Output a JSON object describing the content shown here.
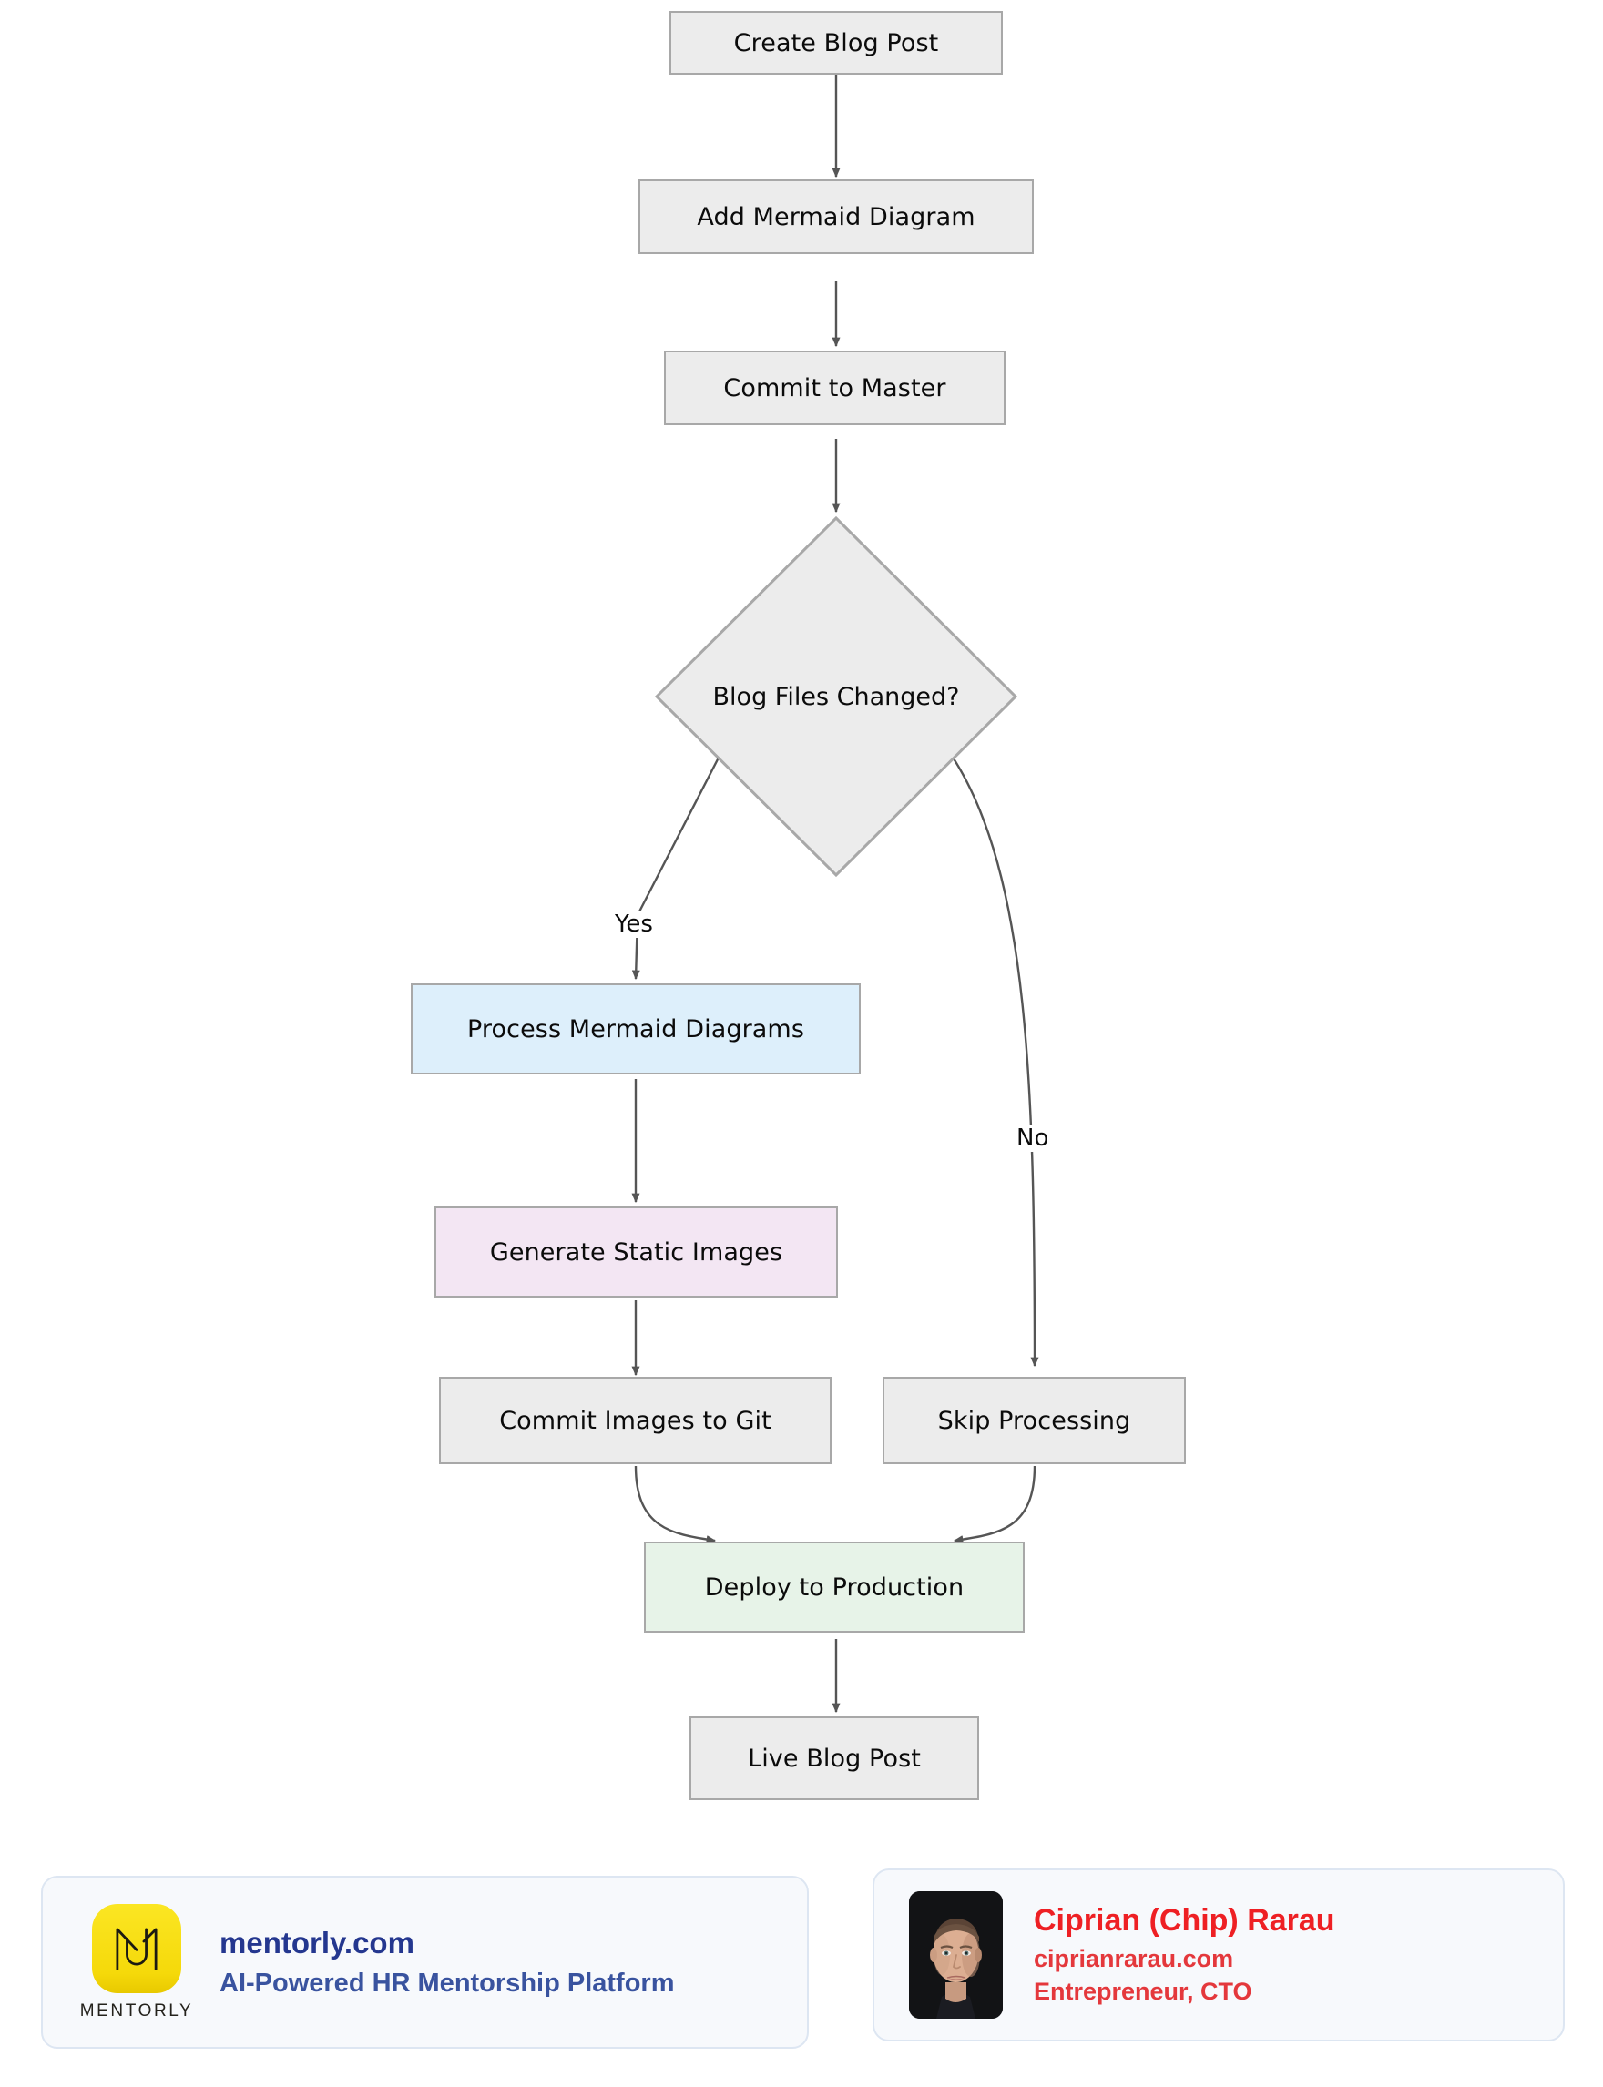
{
  "diagram": {
    "type": "flowchart",
    "direction": "top-down",
    "nodes": [
      {
        "id": "create",
        "label": "Create Blog Post",
        "shape": "rect",
        "fill": "#ececec"
      },
      {
        "id": "addmaid",
        "label": "Add Mermaid Diagram",
        "shape": "rect",
        "fill": "#ececec"
      },
      {
        "id": "commit",
        "label": "Commit to Master",
        "shape": "rect",
        "fill": "#ececec"
      },
      {
        "id": "decision",
        "label": "Blog Files Changed?",
        "shape": "diamond",
        "fill": "#ececec"
      },
      {
        "id": "process",
        "label": "Process Mermaid Diagrams",
        "shape": "rect",
        "fill": "#ddeffb"
      },
      {
        "id": "generate",
        "label": "Generate Static Images",
        "shape": "rect",
        "fill": "#f3e6f3"
      },
      {
        "id": "commitimg",
        "label": "Commit Images to Git",
        "shape": "rect",
        "fill": "#ececec"
      },
      {
        "id": "skip",
        "label": "Skip Processing",
        "shape": "rect",
        "fill": "#ececec"
      },
      {
        "id": "deploy",
        "label": "Deploy to Production",
        "shape": "rect",
        "fill": "#e7f3e8"
      },
      {
        "id": "live",
        "label": "Live Blog Post",
        "shape": "rect",
        "fill": "#ececec"
      }
    ],
    "edges": [
      {
        "from": "create",
        "to": "addmaid",
        "label": ""
      },
      {
        "from": "addmaid",
        "to": "commit",
        "label": ""
      },
      {
        "from": "commit",
        "to": "decision",
        "label": ""
      },
      {
        "from": "decision",
        "to": "process",
        "label": "Yes"
      },
      {
        "from": "decision",
        "to": "skip",
        "label": "No"
      },
      {
        "from": "process",
        "to": "generate",
        "label": ""
      },
      {
        "from": "generate",
        "to": "commitimg",
        "label": ""
      },
      {
        "from": "commitimg",
        "to": "deploy",
        "label": ""
      },
      {
        "from": "skip",
        "to": "deploy",
        "label": ""
      },
      {
        "from": "deploy",
        "to": "live",
        "label": ""
      }
    ],
    "edge_labels": {
      "yes": "Yes",
      "no": "No"
    }
  },
  "footer": {
    "mentorly_card": {
      "logo_wordmark": "MENTORLY",
      "title": "mentorly.com",
      "subtitle": "AI-Powered HR Mentorship Platform",
      "title_color": "#24378f",
      "subtitle_color": "#39539f",
      "logo_color": "#f7e018"
    },
    "person_card": {
      "name": "Ciprian (Chip) Rarau",
      "website": "ciprianrarau.com",
      "role": "Entrepreneur, CTO",
      "name_color": "#ee2024",
      "text_color": "#e4383c"
    }
  }
}
